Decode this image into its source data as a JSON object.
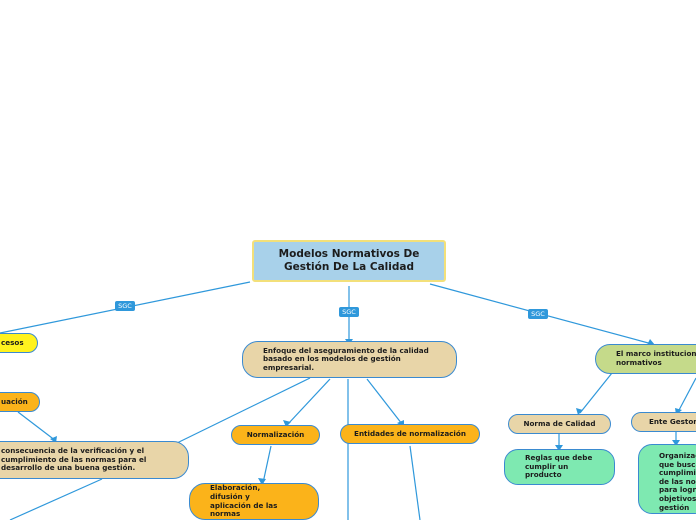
{
  "map": {
    "central": "Modelos Normativos De Gestión De La Calidad",
    "connector_label": "SGC",
    "branches": {
      "left": {
        "label": "cesos"
      },
      "center": {
        "label": "Enfoque del aseguramiento de la calidad basado en los modelos de gestión empresarial."
      },
      "right": {
        "label": "El marco institucional normativos"
      }
    },
    "nodes": {
      "evaluacion": "uación",
      "consecuencia": "consecuencia de la verificación y el cumplimiento de las normas para el desarrollo de una buena gestión.",
      "normalizacion": "Normalización",
      "entidades": "Entidades de normalización",
      "elaboracion": "Elaboración, difusión y aplicación de las normas",
      "norma_calidad": "Norma de Calidad",
      "ente_gestor": "Ente Gestor",
      "reglas": "Reglas que debe cumplir un producto",
      "organizacion": "Organizac que busca cumplimie de las nor para logra objetivos gestión"
    }
  },
  "colors": {
    "central_fill": "#a8d1ea",
    "central_border": "#f3e07a",
    "beige": "#e8d5a8",
    "orange": "#fbb31a",
    "yellow": "#fff21e",
    "green": "#c5da8a",
    "mint": "#7ee9b1",
    "connector": "#2f98db"
  }
}
